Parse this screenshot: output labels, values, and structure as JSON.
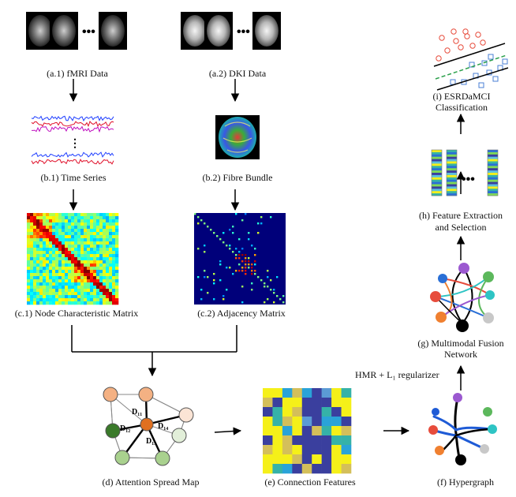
{
  "labels": {
    "fmri": "(a.1) fMRI Data",
    "dki": "(a.2) DKI Data",
    "time_series": "(b.1) Time Series",
    "fibre": "(b.2) Fibre Bundle",
    "node_matrix": "(c.1) Node Characteristic Matrix",
    "adjacency": "(c.2) Adjacency Matrix",
    "attention": "(d) Attention Spread Map",
    "connection": "(e) Connection Features",
    "hypergraph": "(f) Hypergraph",
    "fusion_line1": "(g) Multimodal Fusion",
    "fusion_line2": "Network",
    "feature_line1": "(h) Feature Extraction",
    "feature_line2": "and Selection",
    "classification_line1": "(i) ESRDaMCI",
    "classification_line2": "Classification",
    "regularizer": "HMR + L₁ regularizer"
  },
  "attention_map": {
    "distance_labels": [
      "D₁₁",
      "D₁₂",
      "D₁₄",
      "D₁₃"
    ]
  },
  "colors": {
    "node_orange": "#f4b183",
    "node_center": "#e07020",
    "node_green_dark": "#3a7a2a",
    "node_green_light": "#a9d18e",
    "node_green_pale": "#e2efd9",
    "hyper_blue": "#1e5bd6",
    "fusion_purple": "#9b59d0",
    "fusion_green": "#5cb85c",
    "fusion_red": "#e74c3c",
    "fusion_teal": "#2ec4c4",
    "fusion_orange": "#f08030"
  }
}
